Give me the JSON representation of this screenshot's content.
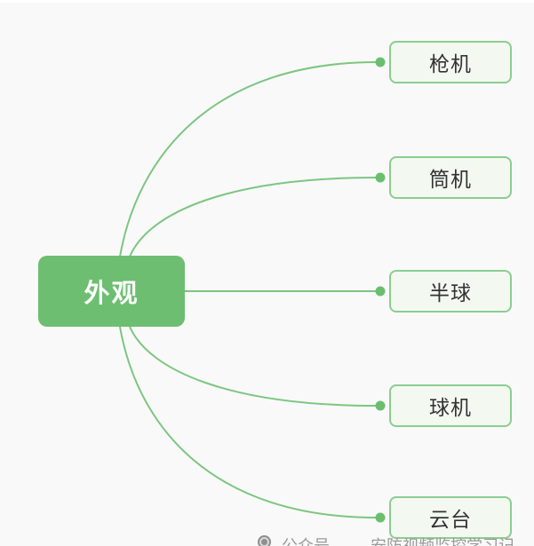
{
  "colors": {
    "background": "#f9f9f9",
    "root_fill": "#6dbe71",
    "root_text": "#ffffff",
    "edge_stroke": "#7cc680",
    "dot_fill": "#6abf6e",
    "child_fill": "#f3f9f1",
    "child_border": "#8ccd90",
    "child_text": "#333333",
    "watermark_text": "#9a9a9a"
  },
  "mindmap": {
    "root": {
      "label": "外观"
    },
    "children": [
      {
        "label": "枪机"
      },
      {
        "label": "筒机"
      },
      {
        "label": "半球"
      },
      {
        "label": "球机"
      },
      {
        "label": "云台"
      }
    ]
  },
  "watermark": {
    "icon": "circle-logo-icon",
    "prefix": "公众号",
    "text": "安防视频监控学习记"
  }
}
